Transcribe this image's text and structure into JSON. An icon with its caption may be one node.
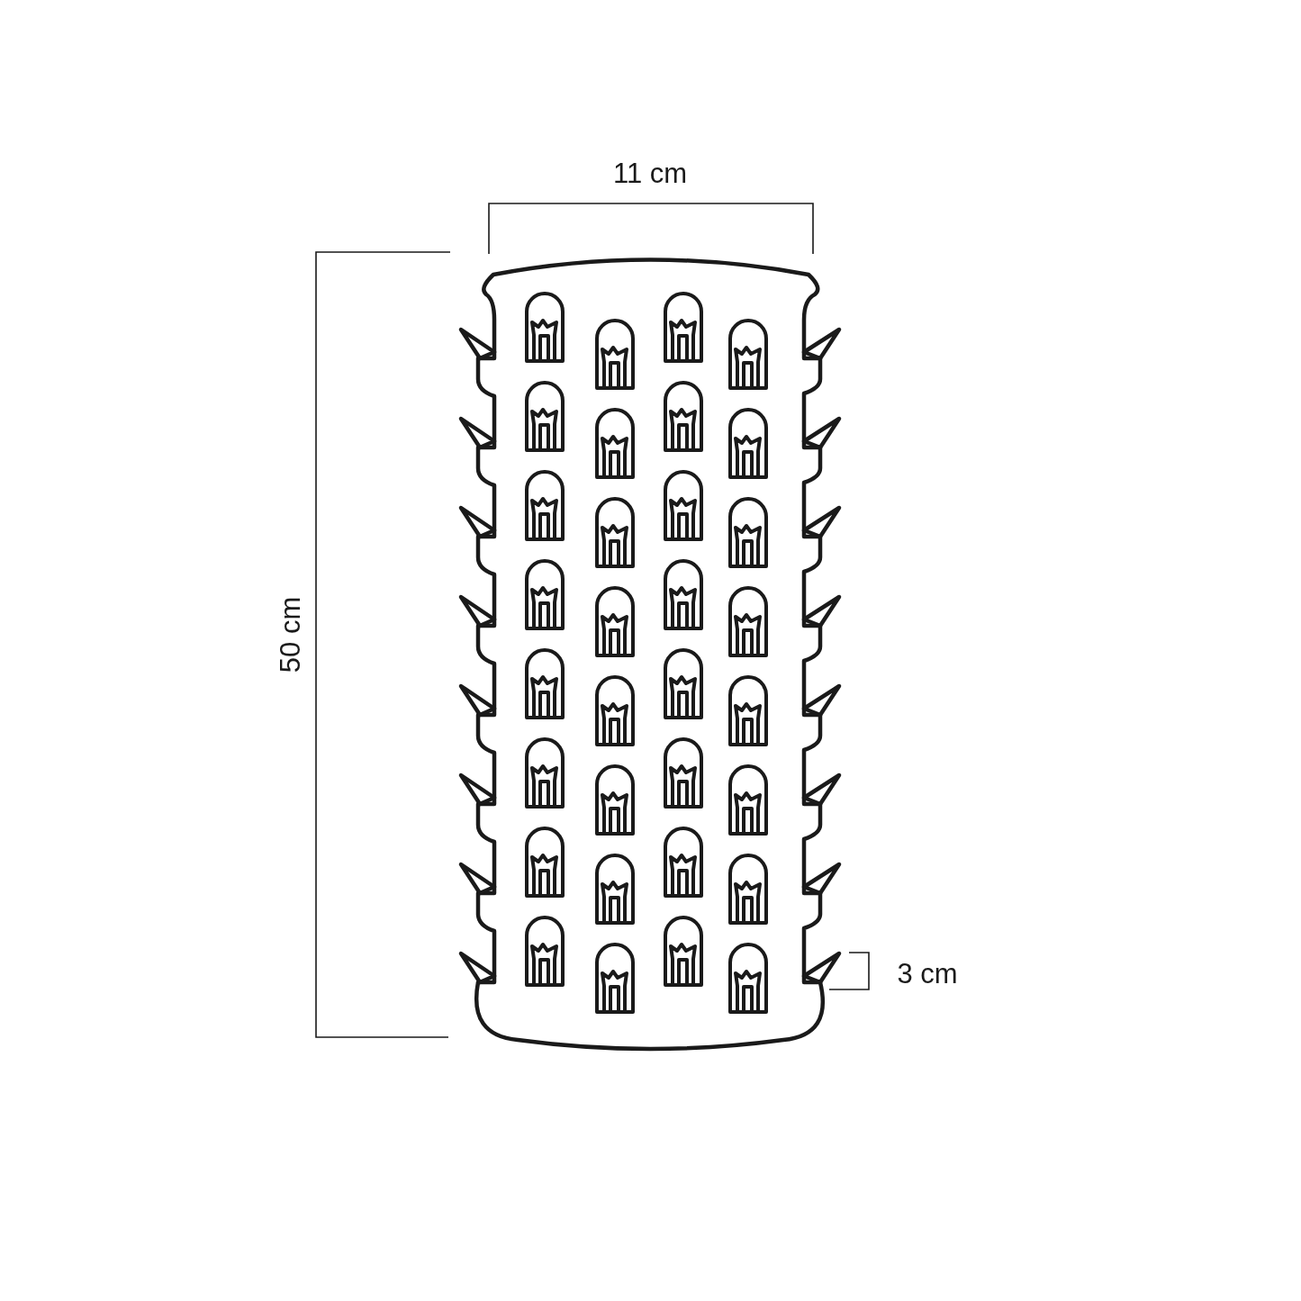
{
  "diagram": {
    "labels": [
      "11 cm",
      "50 cm",
      "3 cm"
    ]
  }
}
